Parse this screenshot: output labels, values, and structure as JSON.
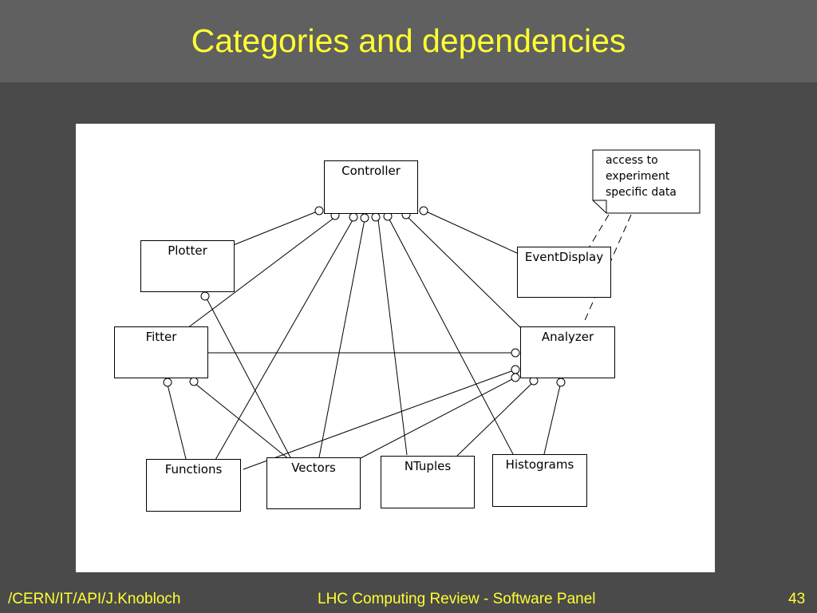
{
  "slide": {
    "title": "Categories and dependencies"
  },
  "diagram": {
    "boxes": {
      "controller": "Controller",
      "plotter": "Plotter",
      "event_display": "EventDisplay",
      "fitter": "Fitter",
      "analyzer": "Analyzer",
      "functions": "Functions",
      "vectors": "Vectors",
      "ntuples": "NTuples",
      "histograms": "Histograms"
    },
    "note": {
      "lines": [
        "access to",
        "experiment",
        "specific data"
      ]
    },
    "dependencies": [
      {
        "from": "Controller",
        "to": "Plotter"
      },
      {
        "from": "Controller",
        "to": "Fitter"
      },
      {
        "from": "Controller",
        "to": "Functions"
      },
      {
        "from": "Controller",
        "to": "Vectors"
      },
      {
        "from": "Controller",
        "to": "NTuples"
      },
      {
        "from": "Controller",
        "to": "Histograms"
      },
      {
        "from": "Controller",
        "to": "Analyzer"
      },
      {
        "from": "Controller",
        "to": "EventDisplay"
      },
      {
        "from": "Plotter",
        "to": "Vectors"
      },
      {
        "from": "Analyzer",
        "to": "Fitter"
      },
      {
        "from": "Analyzer",
        "to": "Functions"
      },
      {
        "from": "Analyzer",
        "to": "Vectors"
      },
      {
        "from": "Analyzer",
        "to": "NTuples"
      },
      {
        "from": "Analyzer",
        "to": "Histograms"
      },
      {
        "from": "Fitter",
        "to": "Functions"
      },
      {
        "from": "Fitter",
        "to": "Vectors"
      }
    ]
  },
  "footer": {
    "left": "/CERN/IT/API/J.Knobloch",
    "center": "LHC Computing Review - Software Panel",
    "page": "43"
  },
  "colors": {
    "background": "#4a4a4a",
    "header": "#606060",
    "title_text": "#ffff33",
    "footer_text": "#ffff33"
  }
}
